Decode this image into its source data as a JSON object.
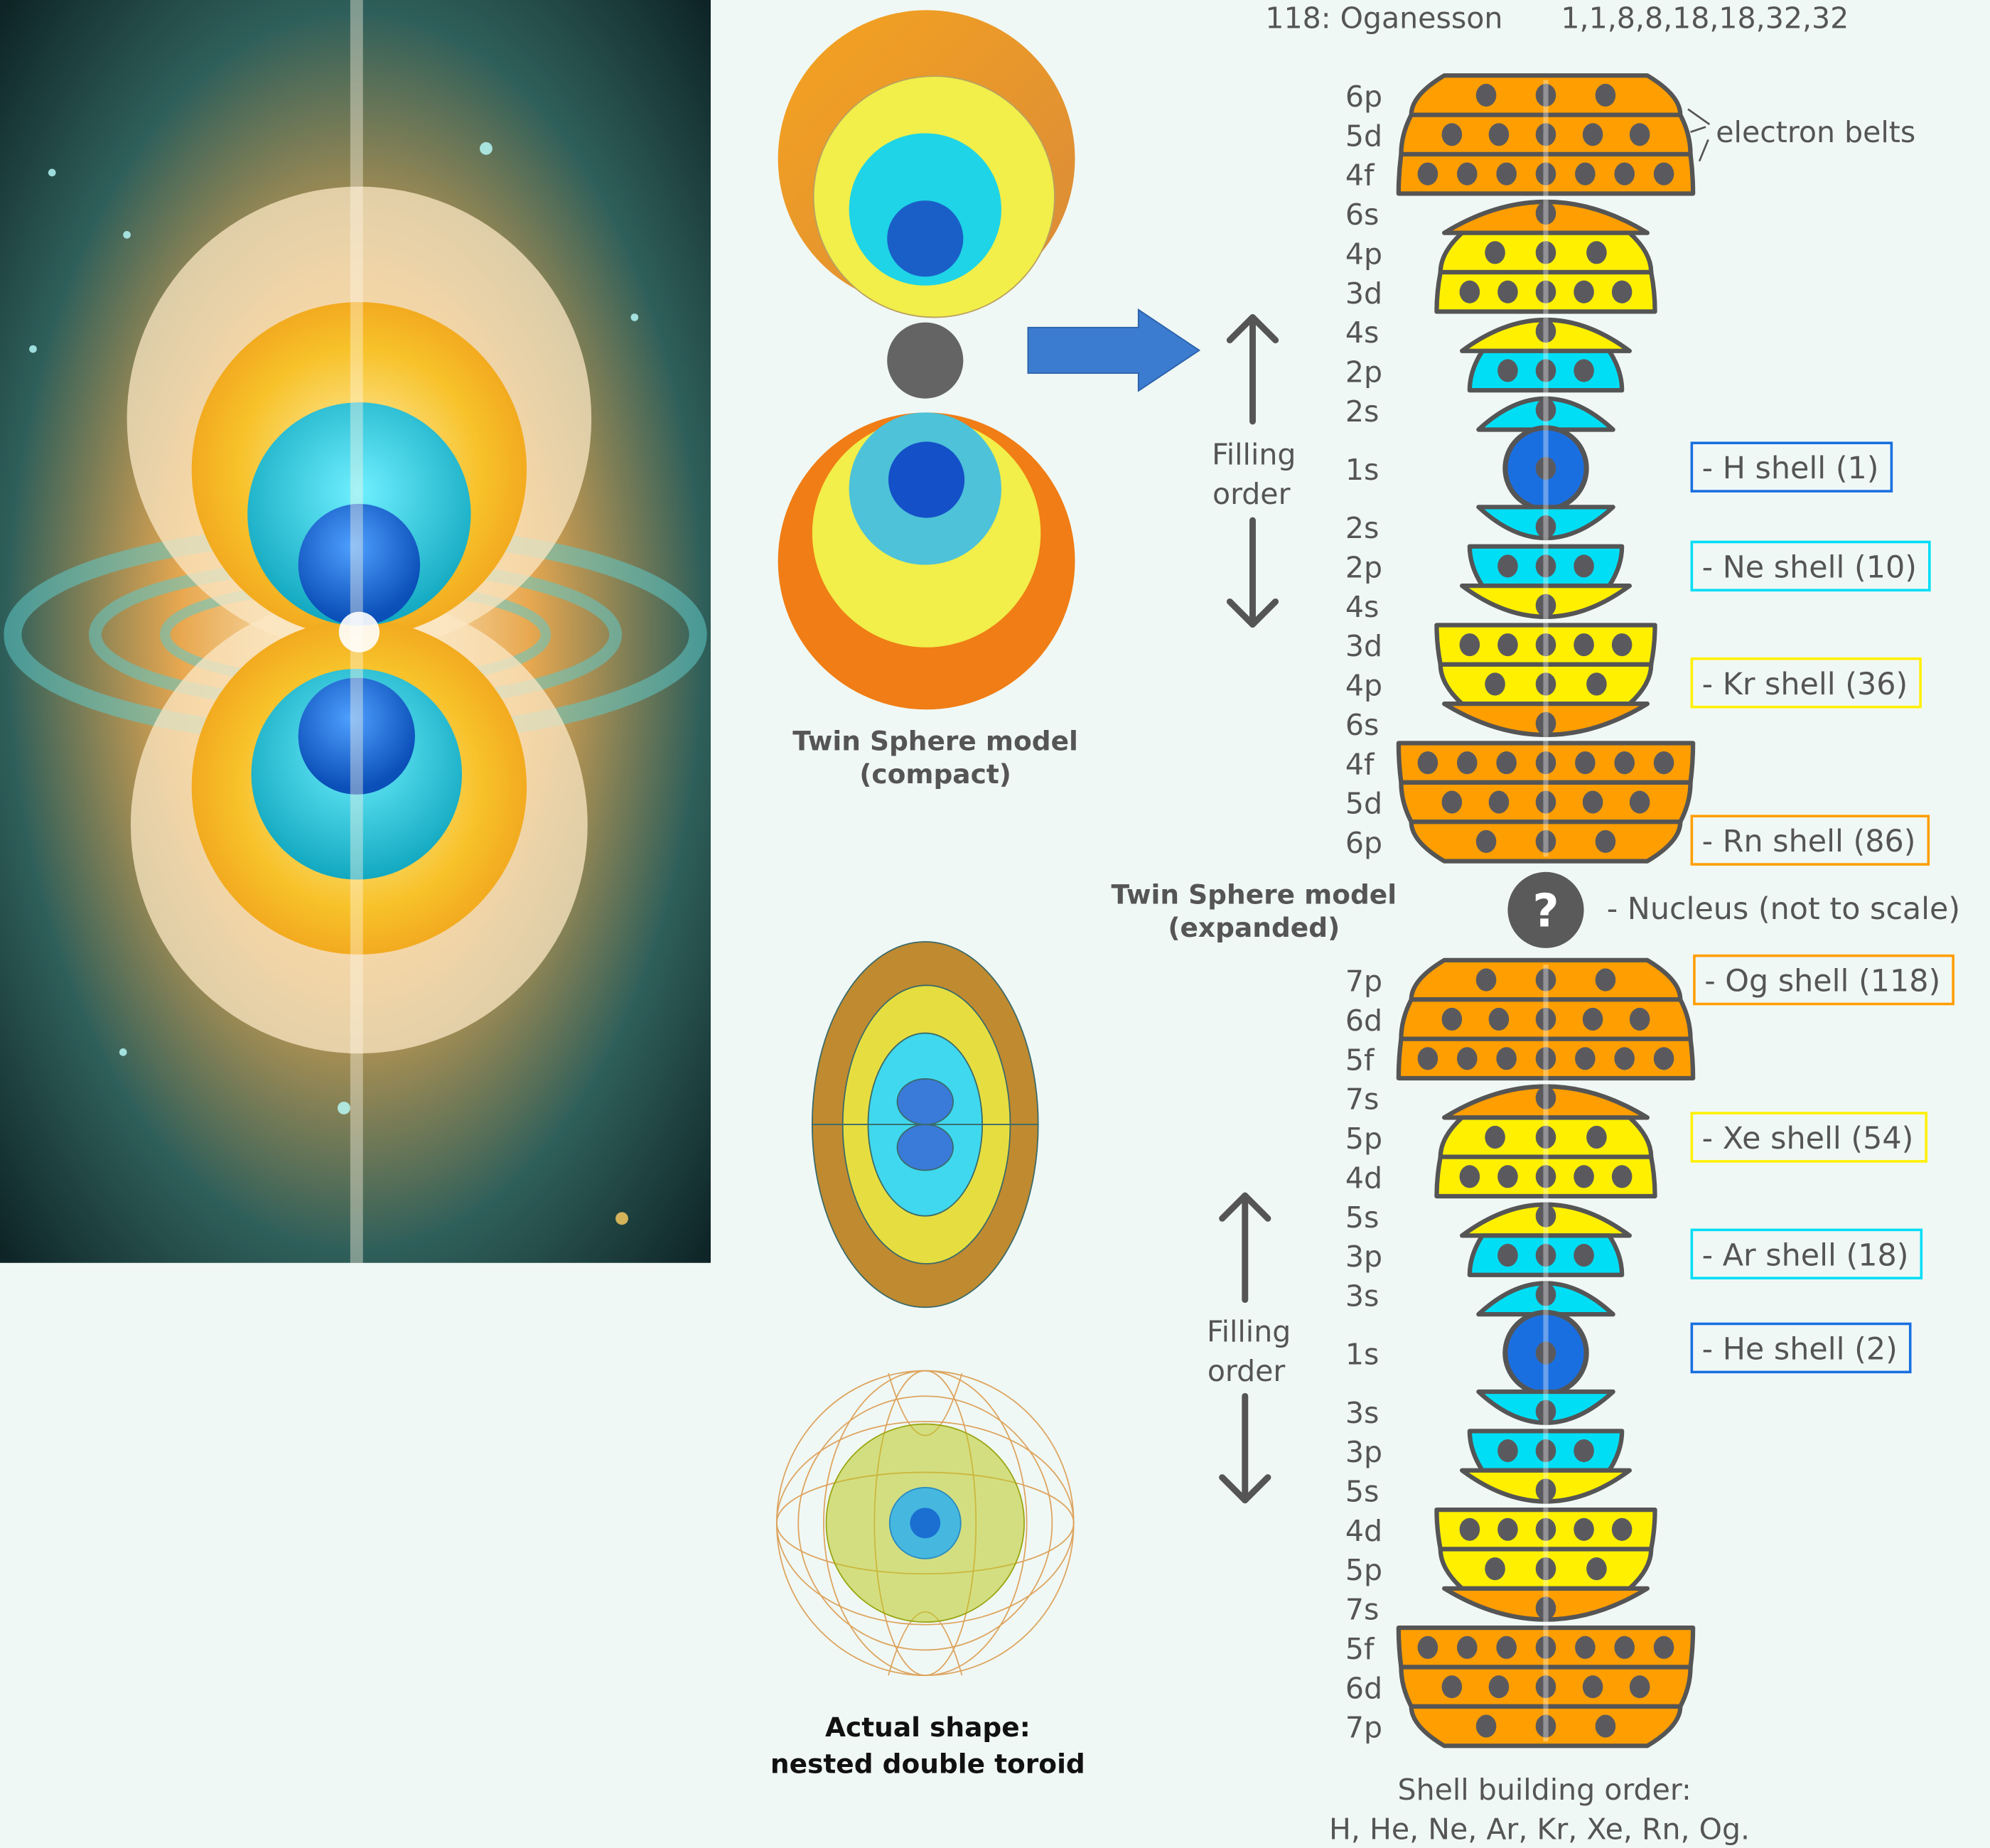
{
  "header": {
    "element": "118: Oganesson",
    "config": "1,1,8,8,18,18,32,32"
  },
  "annotations": {
    "electron_belts": "electron belts",
    "filling_order_line1": "Filling",
    "filling_order_line2": "order"
  },
  "captions": {
    "compact_line1": "Twin Sphere model",
    "compact_line2": "(compact)",
    "expanded_line1": "Twin Sphere model",
    "expanded_line2": "(expanded)",
    "actual_line1": "Actual shape:",
    "actual_line2": "nested double toroid",
    "order_line1": "Shell building order:",
    "order_line2": "H, He, Ne, Ar, Kr, Xe, Rn, Og."
  },
  "nucleus": {
    "symbol": "?",
    "label": "- Nucleus (not to scale)"
  },
  "colors": {
    "orange": "#ff9e00",
    "yellow": "#fff000",
    "cyan": "#00def5",
    "blue": "#1a6fe0",
    "dot": "#5a5a5e",
    "outline": "#555555"
  },
  "legend": [
    {
      "text": "- H shell (1)",
      "color": "#1a6fe0"
    },
    {
      "text": "- Ne shell (10)",
      "color": "#00def5"
    },
    {
      "text": "- Kr shell (36)",
      "color": "#fff000"
    },
    {
      "text": "- Rn shell (86)",
      "color": "#ff9e00"
    },
    {
      "text": "- Og shell (118)",
      "color": "#ff9e00"
    },
    {
      "text": "- Xe shell (54)",
      "color": "#fff000"
    },
    {
      "text": "- Ar shell (18)",
      "color": "#00def5"
    },
    {
      "text": "- He shell (2)",
      "color": "#1a6fe0"
    }
  ],
  "stacks": [
    {
      "name": "upper",
      "orbitals": [
        {
          "label": "6p",
          "electrons": 3,
          "color": "orange"
        },
        {
          "label": "5d",
          "electrons": 5,
          "color": "orange"
        },
        {
          "label": "4f",
          "electrons": 7,
          "color": "orange"
        },
        {
          "label": "6s",
          "electrons": 1,
          "color": "orange"
        },
        {
          "label": "4p",
          "electrons": 3,
          "color": "yellow"
        },
        {
          "label": "3d",
          "electrons": 5,
          "color": "yellow"
        },
        {
          "label": "4s",
          "electrons": 1,
          "color": "yellow"
        },
        {
          "label": "2p",
          "electrons": 3,
          "color": "cyan"
        },
        {
          "label": "2s",
          "electrons": 1,
          "color": "cyan"
        },
        {
          "label": "1s",
          "electrons": 1,
          "color": "blue"
        },
        {
          "label": "2s",
          "electrons": 1,
          "color": "cyan"
        },
        {
          "label": "2p",
          "electrons": 3,
          "color": "cyan"
        },
        {
          "label": "4s",
          "electrons": 1,
          "color": "yellow"
        },
        {
          "label": "3d",
          "electrons": 5,
          "color": "yellow"
        },
        {
          "label": "4p",
          "electrons": 3,
          "color": "yellow"
        },
        {
          "label": "6s",
          "electrons": 1,
          "color": "orange"
        },
        {
          "label": "4f",
          "electrons": 7,
          "color": "orange"
        },
        {
          "label": "5d",
          "electrons": 5,
          "color": "orange"
        },
        {
          "label": "6p",
          "electrons": 3,
          "color": "orange"
        }
      ]
    },
    {
      "name": "lower",
      "orbitals": [
        {
          "label": "7p",
          "electrons": 3,
          "color": "orange"
        },
        {
          "label": "6d",
          "electrons": 5,
          "color": "orange"
        },
        {
          "label": "5f",
          "electrons": 7,
          "color": "orange"
        },
        {
          "label": "7s",
          "electrons": 1,
          "color": "orange"
        },
        {
          "label": "5p",
          "electrons": 3,
          "color": "yellow"
        },
        {
          "label": "4d",
          "electrons": 5,
          "color": "yellow"
        },
        {
          "label": "5s",
          "electrons": 1,
          "color": "yellow"
        },
        {
          "label": "3p",
          "electrons": 3,
          "color": "cyan"
        },
        {
          "label": "3s",
          "electrons": 1,
          "color": "cyan"
        },
        {
          "label": "1s",
          "electrons": 1,
          "color": "blue"
        },
        {
          "label": "3s",
          "electrons": 1,
          "color": "cyan"
        },
        {
          "label": "3p",
          "electrons": 3,
          "color": "cyan"
        },
        {
          "label": "5s",
          "electrons": 1,
          "color": "yellow"
        },
        {
          "label": "4d",
          "electrons": 5,
          "color": "yellow"
        },
        {
          "label": "5p",
          "electrons": 3,
          "color": "yellow"
        },
        {
          "label": "7s",
          "electrons": 1,
          "color": "orange"
        },
        {
          "label": "5f",
          "electrons": 7,
          "color": "orange"
        },
        {
          "label": "6d",
          "electrons": 5,
          "color": "orange"
        },
        {
          "label": "7p",
          "electrons": 3,
          "color": "orange"
        }
      ]
    }
  ]
}
